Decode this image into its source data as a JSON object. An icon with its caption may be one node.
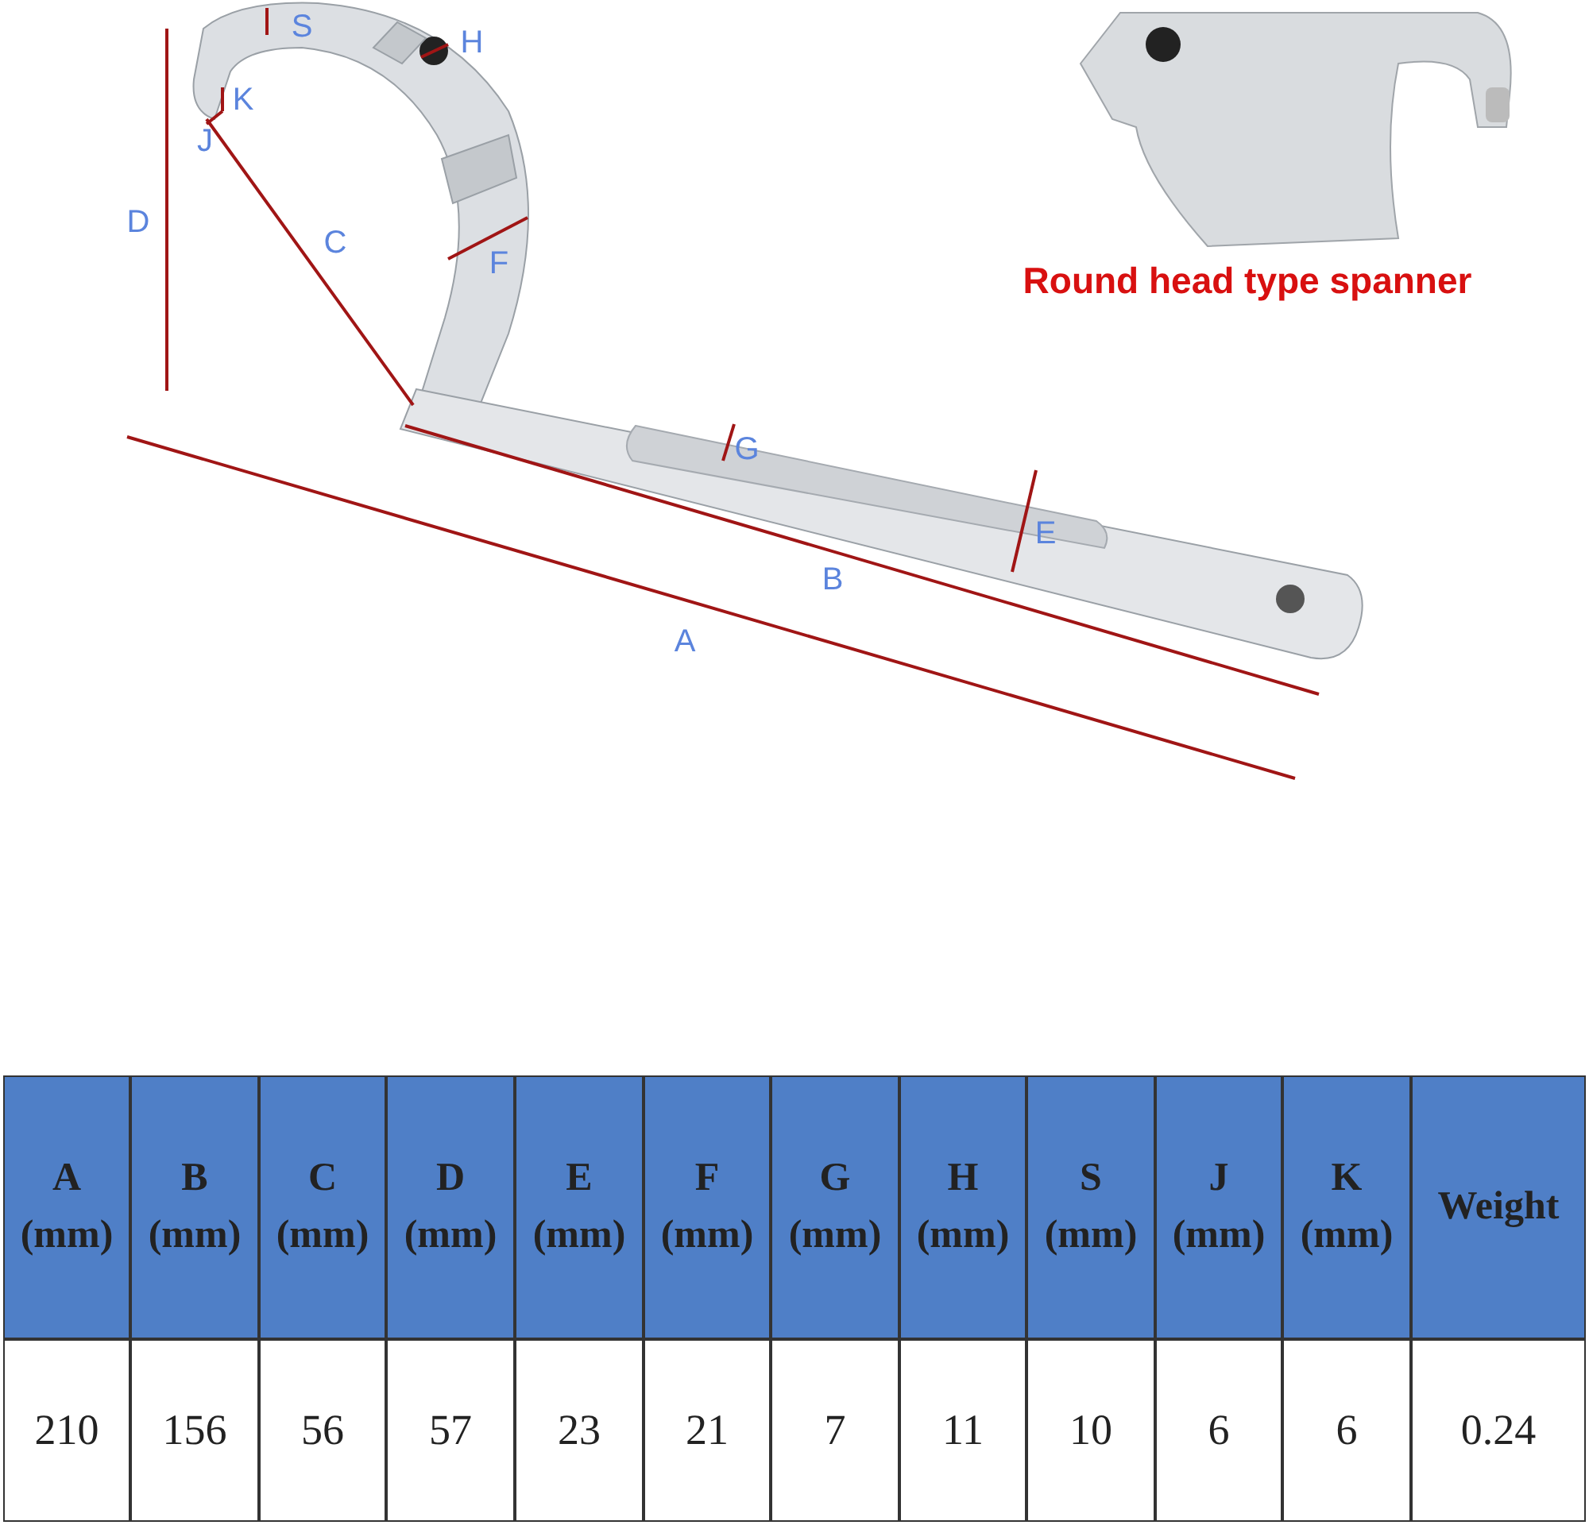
{
  "diagram": {
    "labels": [
      "S",
      "H",
      "K",
      "J",
      "D",
      "C",
      "F",
      "G",
      "E",
      "B",
      "A",
      "Round head type spanner",
      "A (mm)",
      "B (mm)",
      "C (mm)",
      "D (mm)",
      "E (mm)",
      "F (mm)",
      "G (mm)",
      "H (mm)",
      "S (mm)",
      "J (mm)",
      "K (mm)",
      "Weight",
      "210",
      "156",
      "56",
      "57",
      "23",
      "21",
      "7",
      "11",
      "10",
      "6",
      "6",
      "0.24"
    ]
  }
}
